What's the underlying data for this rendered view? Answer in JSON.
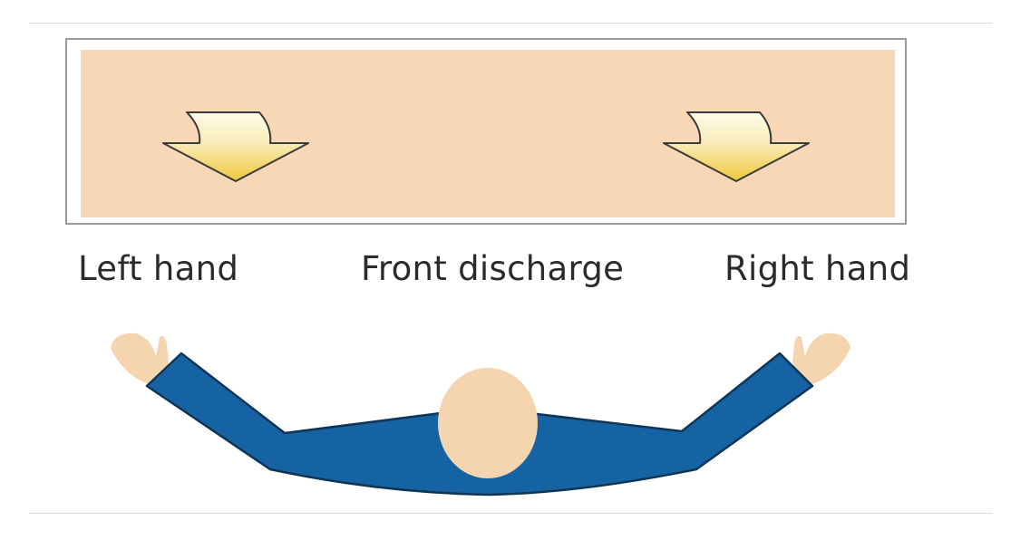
{
  "labels": {
    "left": "Left hand",
    "center": "Front discharge",
    "right": "Right hand"
  },
  "colors": {
    "panel_fill": "#f7d7b5",
    "panel_border": "#9a9a9a",
    "arrow_top": "#fdfbe8",
    "arrow_bottom": "#edc63a",
    "arrow_stroke": "#3a3a3a",
    "body": "#1663a4",
    "skin": "#f5d4b0",
    "label_text": "#2b2b2b",
    "divider": "#d9d9d9"
  },
  "icons": {
    "left_arrow": "down-arrow-icon",
    "right_arrow": "down-arrow-icon",
    "figure": "person-top-view-icon"
  }
}
